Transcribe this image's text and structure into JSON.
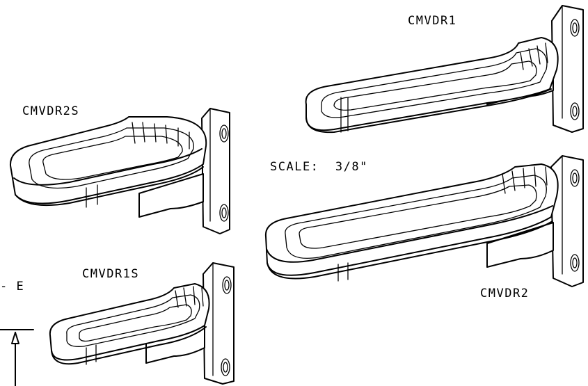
{
  "labels": {
    "cmvdr1": "CMVDR1",
    "cmvdr2s": "CMVDR2S",
    "scale_prefix": "SCALE:",
    "scale_value": "3/8\"",
    "cmvdr1s": "CMVDR1S",
    "cmvdr2": "CMVDR2",
    "edge_note": "- E"
  },
  "colors": {
    "line": "#000000",
    "background": "#ffffff"
  }
}
